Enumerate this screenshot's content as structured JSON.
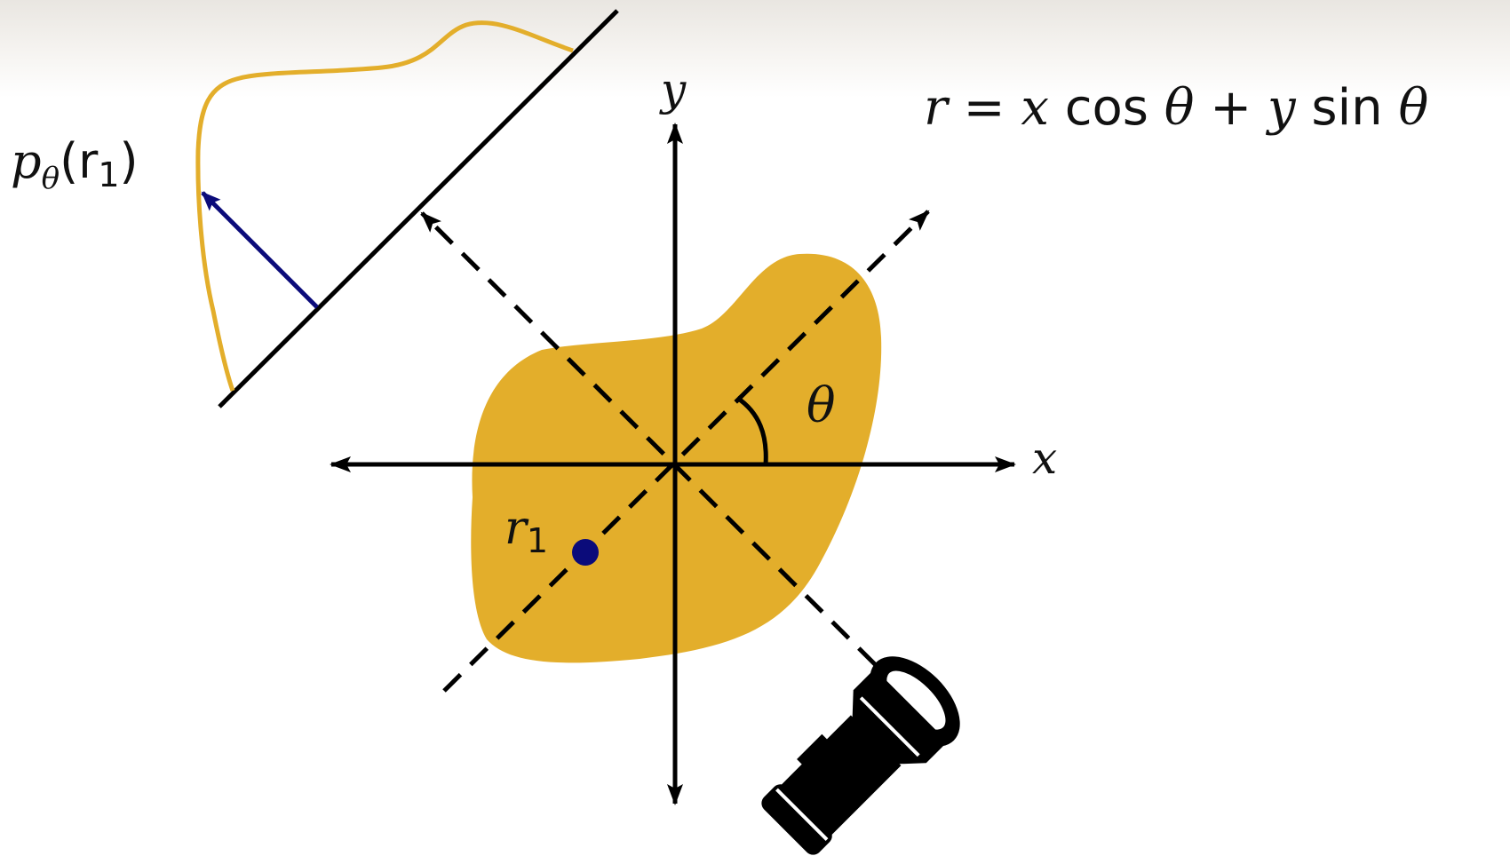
{
  "labels": {
    "y_axis": "y",
    "x_axis": "x",
    "theta": "θ",
    "r1": "r",
    "r1_sub": "1",
    "projection": "p",
    "projection_sub": "θ",
    "projection_arg": "(r",
    "projection_arg_sub": "1",
    "projection_close": ")"
  },
  "equation": {
    "lhs": "r",
    "eq": " = ",
    "x": "x",
    "cos": " cos ",
    "theta1": "θ",
    "plus": " + ",
    "y": "y",
    "sin": " sin ",
    "theta2": "θ"
  },
  "colors": {
    "object_fill": "#e3ae2b",
    "profile_curve": "#e3ae2b",
    "ray": "#0b0b7a",
    "point": "#0b0b7a",
    "axes": "#000000"
  },
  "icons": [
    "flashlight-icon"
  ]
}
